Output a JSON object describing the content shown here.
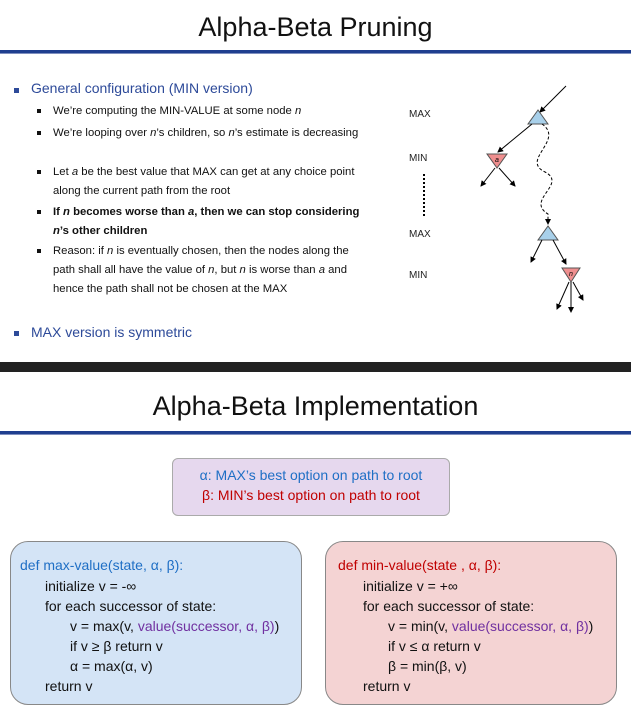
{
  "slide1": {
    "title": "Alpha-Beta Pruning",
    "bullet1": "General configuration (MIN version)",
    "sub1": "We’re computing the MIN-VALUE at some node",
    "sub1_var": "n",
    "sub2a": "We’re looping over",
    "sub2_var": "n",
    "sub2b": "’s children, so",
    "sub2c": "’s estimate is decreasing",
    "sub3a": "Let",
    "sub3_var": "a",
    "sub3b": "be the best value that MAX can get at any choice point along the current path from the root",
    "sub4a": "If",
    "sub4_var": "n",
    "sub4b": "becomes worse than",
    "sub4_var2": "a",
    "sub4c": ", then we can stop considering",
    "sub4d": "’s other children",
    "sub5a": "Reason: if",
    "sub5b": "is eventually chosen, then the nodes along the path shall all have the value of",
    "sub5c": ", but",
    "sub5d": "is worse than",
    "sub5e": "and hence the path shall not be chosen at the MAX",
    "bullet2": "MAX version is symmetric",
    "labels": {
      "max1": "MAX",
      "min1": "MIN",
      "max2": "MAX",
      "min2": "MIN"
    },
    "node_a": "a",
    "node_n": "n"
  },
  "slide2": {
    "title": "Alpha-Beta Implementation",
    "alpha_def": "α: MAX’s best option on path to root",
    "beta_def": "β: MIN’s best option on path to root",
    "max_fn": {
      "sig": "def max-value(state, α, β):",
      "l1": "initialize v = -∞",
      "l2": "for each successor of state:",
      "l3a": "v = max(v, ",
      "l3b": "value(successor, α, β)",
      "l3c": ")",
      "l4": "if v ≥ β return v",
      "l5": "α = max(α, v)",
      "l6": "return v"
    },
    "min_fn": {
      "sig": "def min-value(state , α, β):",
      "l1": "initialize v = +∞",
      "l2": "for each successor of state:",
      "l3a": "v = min(v, ",
      "l3b": "value(successor, α, β)",
      "l3c": ")",
      "l4": "if v ≤ α return v",
      "l5": "β = min(β, v)",
      "l6": "return v"
    }
  },
  "colors": {
    "blue": "#1f6fc5",
    "red": "#c00000",
    "purple": "#7030a0",
    "rule": "#1f3f8f"
  }
}
